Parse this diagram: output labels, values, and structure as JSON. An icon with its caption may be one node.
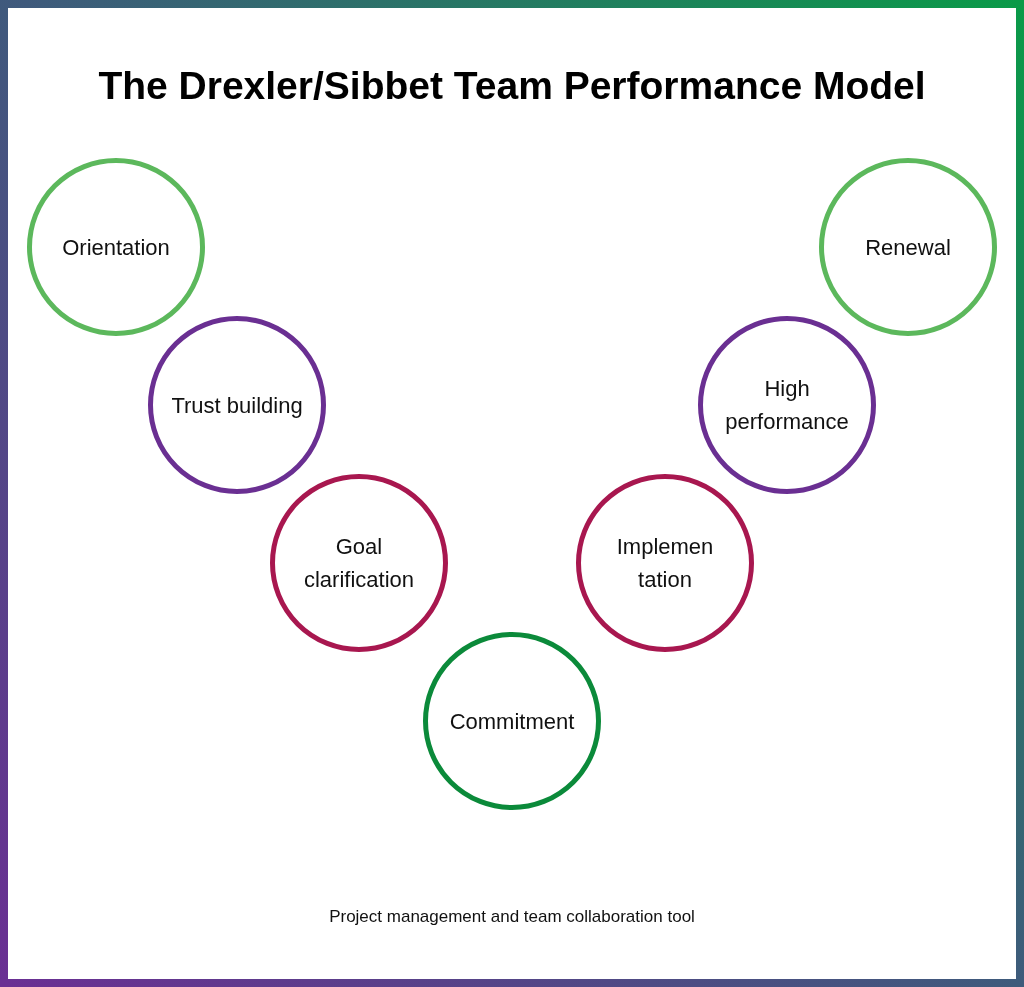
{
  "diagram": {
    "title": "The Drexler/Sibbet Team Performance Model",
    "nodes": [
      {
        "text": [
          "Orientation"
        ]
      },
      {
        "text": [
          "Trust building"
        ]
      },
      {
        "text": [
          "Goal clarification"
        ]
      },
      {
        "text": [
          "Commitment"
        ]
      },
      {
        "text": [
          "Implemen tation"
        ]
      },
      {
        "text": [
          "High performance"
        ]
      },
      {
        "text": [
          "Renewal"
        ]
      }
    ],
    "labels": [
      "Project management and team collaboration tool"
    ]
  }
}
